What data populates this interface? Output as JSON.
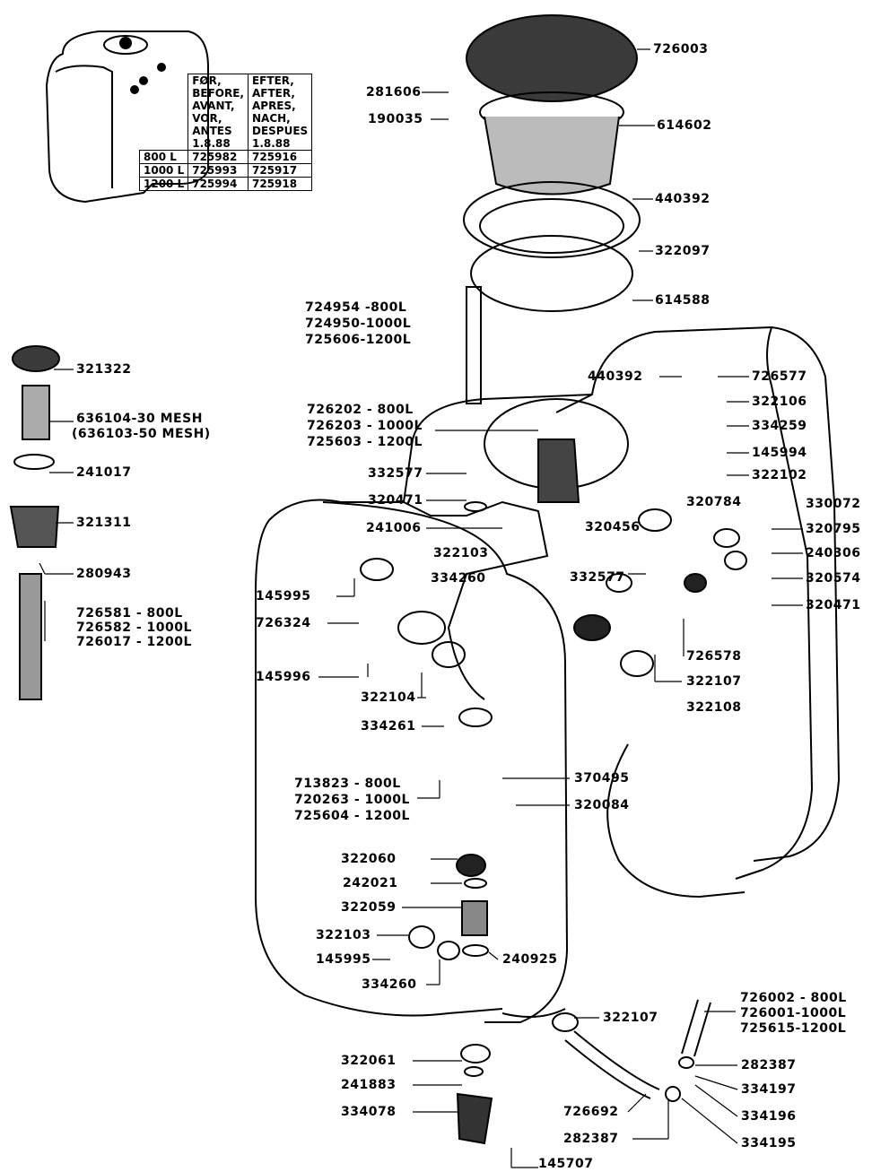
{
  "reference_table": {
    "header_before": "FØR,\nBEFORE,\nAVANT,\nVOR,\nANTES\n1.8.88",
    "header_after": "EFTER,\nAFTER,\nAPRES,\nNACH,\nDESPUES\n1.8.88",
    "rows": [
      {
        "size": "800 L",
        "before": "725982",
        "after": "725916"
      },
      {
        "size": "1000 L",
        "before": "725993",
        "after": "725917"
      },
      {
        "size": "1200 L",
        "before": "725994",
        "after": "725918"
      }
    ]
  },
  "labels": {
    "l726003": "726003",
    "l281606": "281606",
    "l190035": "190035",
    "l614602": "614602",
    "l440392a": "440392",
    "l322097": "322097",
    "l614588": "614588",
    "l724954": "724954 -800L",
    "l724950": "724950-1000L",
    "l725606": "725606-1200L",
    "l321322": "321322",
    "l636104": "636104-30 MESH",
    "l636103": "(636103-50 MESH)",
    "l241017": "241017",
    "l321311": "321311",
    "l280943": "280943",
    "l726581": "726581 -  800L",
    "l726582": "726582 - 1000L",
    "l726017": "726017 - 1200L",
    "l440392b": "440392",
    "l726577": "726577",
    "l322106": "322106",
    "l334259": "334259",
    "l145994": "145994",
    "l322102": "322102",
    "l330072": "330072",
    "l320795": "320795",
    "l240306": "240306",
    "l320574": "320574",
    "l320471b": "320471",
    "l726202": "726202 -  800L",
    "l726203": "726203 - 1000L",
    "l725603": "725603 - 1200L",
    "l332577a": "332577",
    "l320471a": "320471",
    "l241006": "241006",
    "l322103a": "322103",
    "l334260a": "334260",
    "l320784": "320784",
    "l320456": "320456",
    "l332577b": "332577",
    "l145995a": "145995",
    "l726578": "726578",
    "l726324": "726324",
    "l145996": "145996",
    "l322104": "322104",
    "l322107a": "322107",
    "l322108": "322108",
    "l334261": "334261",
    "l713823": "713823 -  800L",
    "l720263": "720263 - 1000L",
    "l725604": "725604 - 1200L",
    "l370495": "370495",
    "l320084": "320084",
    "l322060": "322060",
    "l242021": "242021",
    "l322059": "322059",
    "l322103b": "322103",
    "l145995b": "145995",
    "l240925": "240925",
    "l334260b": "334260",
    "l322107b": "322107",
    "l726002": "726002 -  800L",
    "l726001": "726001-1000L",
    "l725615": "725615-1200L",
    "l322061": "322061",
    "l241883": "241883",
    "l334078": "334078",
    "l726692": "726692",
    "l282387a": "282387",
    "l334197": "334197",
    "l334196": "334196",
    "l282387b": "282387",
    "l334195": "334195",
    "l145707": "145707"
  },
  "colors": {
    "ink": "#000000",
    "paper": "#ffffff",
    "shade": "#3a3a3a"
  }
}
